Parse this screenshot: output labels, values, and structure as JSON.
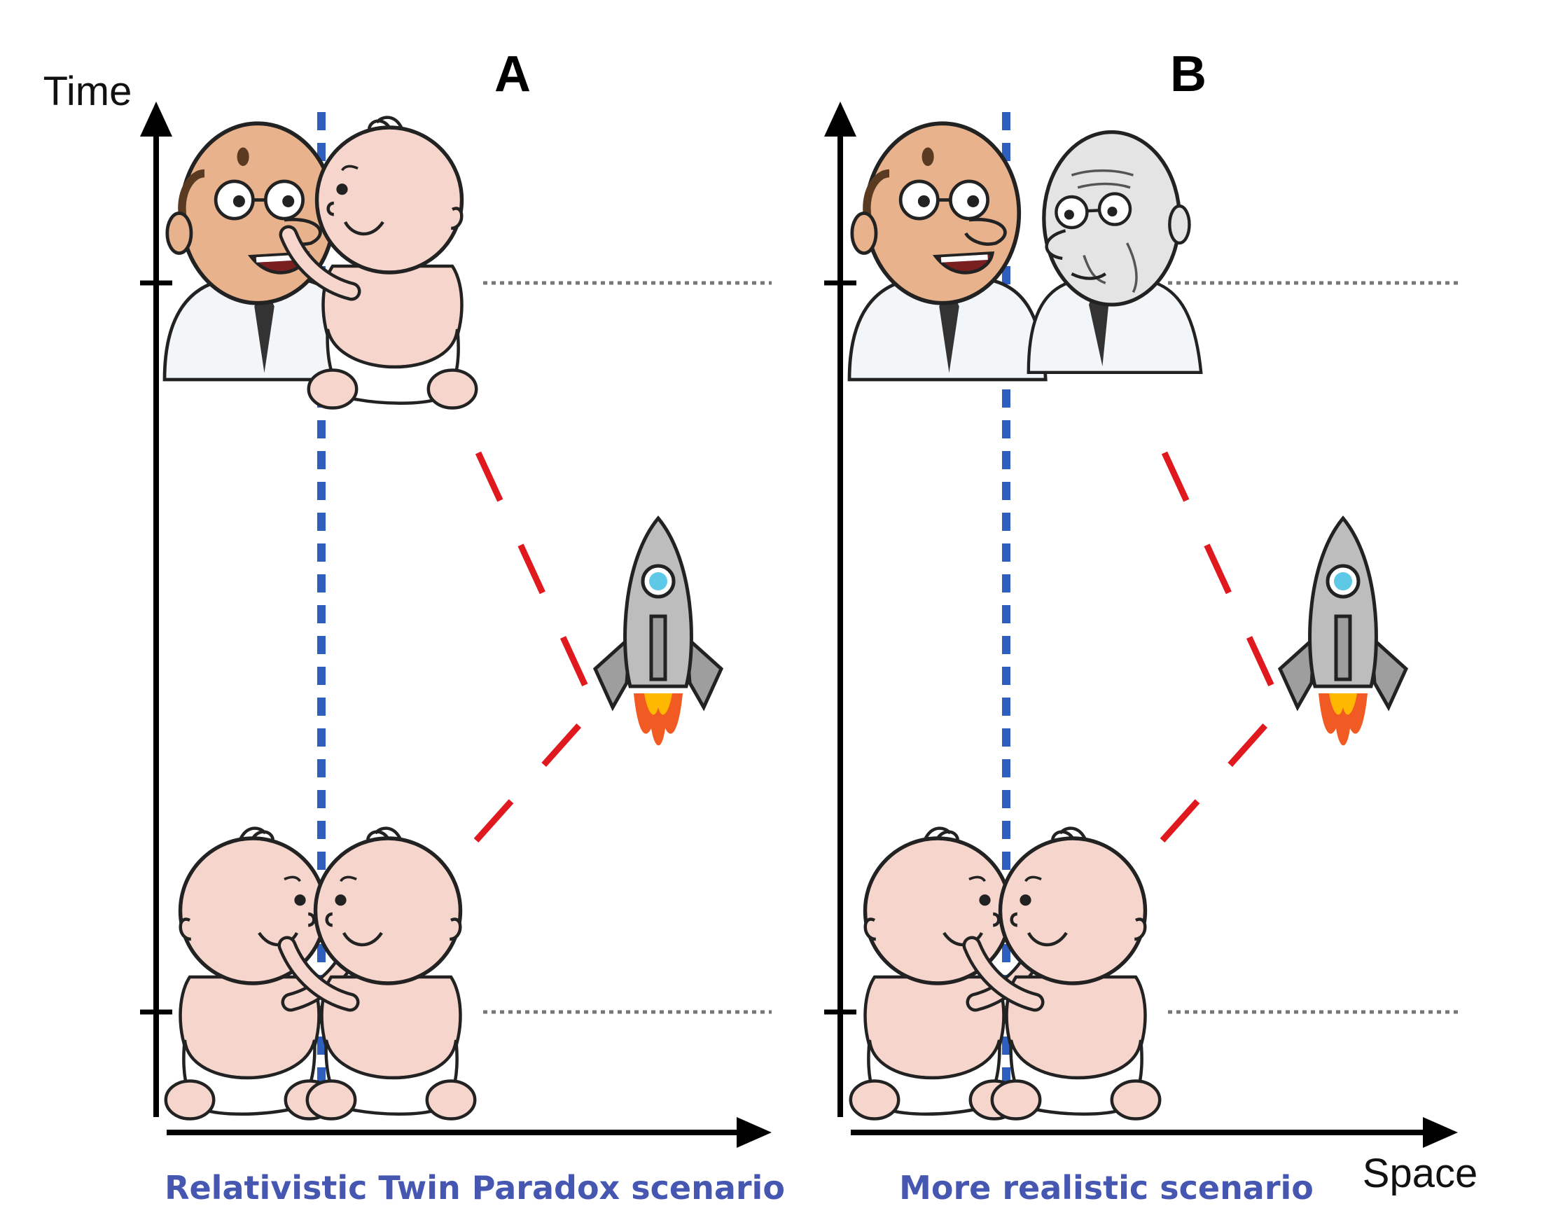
{
  "axes": {
    "time_label": "Time",
    "space_label": "Space"
  },
  "panels": [
    {
      "letter": "A",
      "caption": "Relativistic Twin Paradox scenario",
      "top_scene": [
        "adult-twin",
        "baby-twin"
      ],
      "bottom_scene": [
        "baby-twin",
        "baby-twin"
      ]
    },
    {
      "letter": "B",
      "caption": "More realistic scenario",
      "top_scene": [
        "adult-twin",
        "elderly-twin"
      ],
      "bottom_scene": [
        "baby-twin",
        "baby-twin"
      ]
    }
  ],
  "colors": {
    "earth_worldline": "#2e5fbf",
    "rocket_worldline": "#e0191e",
    "reference_lines": "#777777",
    "caption": "#4557b0",
    "skin": "#f6d6cc",
    "adult_skin": "#e8b28c",
    "elderly_skin": "#e4e4e4",
    "rocket_body": "#bdbdbd",
    "flame": "#f15a22"
  },
  "icons": [
    "rocket-icon",
    "baby-icon",
    "adult-icon",
    "elderly-icon"
  ]
}
